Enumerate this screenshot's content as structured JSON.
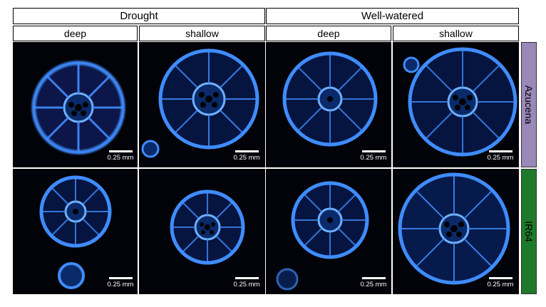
{
  "conditions": [
    "Drought",
    "Well-watered"
  ],
  "depths": [
    "deep",
    "shallow",
    "deep",
    "shallow"
  ],
  "genotypes": [
    {
      "label": "Azucena",
      "color": "#9a88b8"
    },
    {
      "label": "IR64",
      "color": "#1e7a2a"
    }
  ],
  "scale_bar_label": "0.25 mm",
  "root_color": "#3f8cff"
}
